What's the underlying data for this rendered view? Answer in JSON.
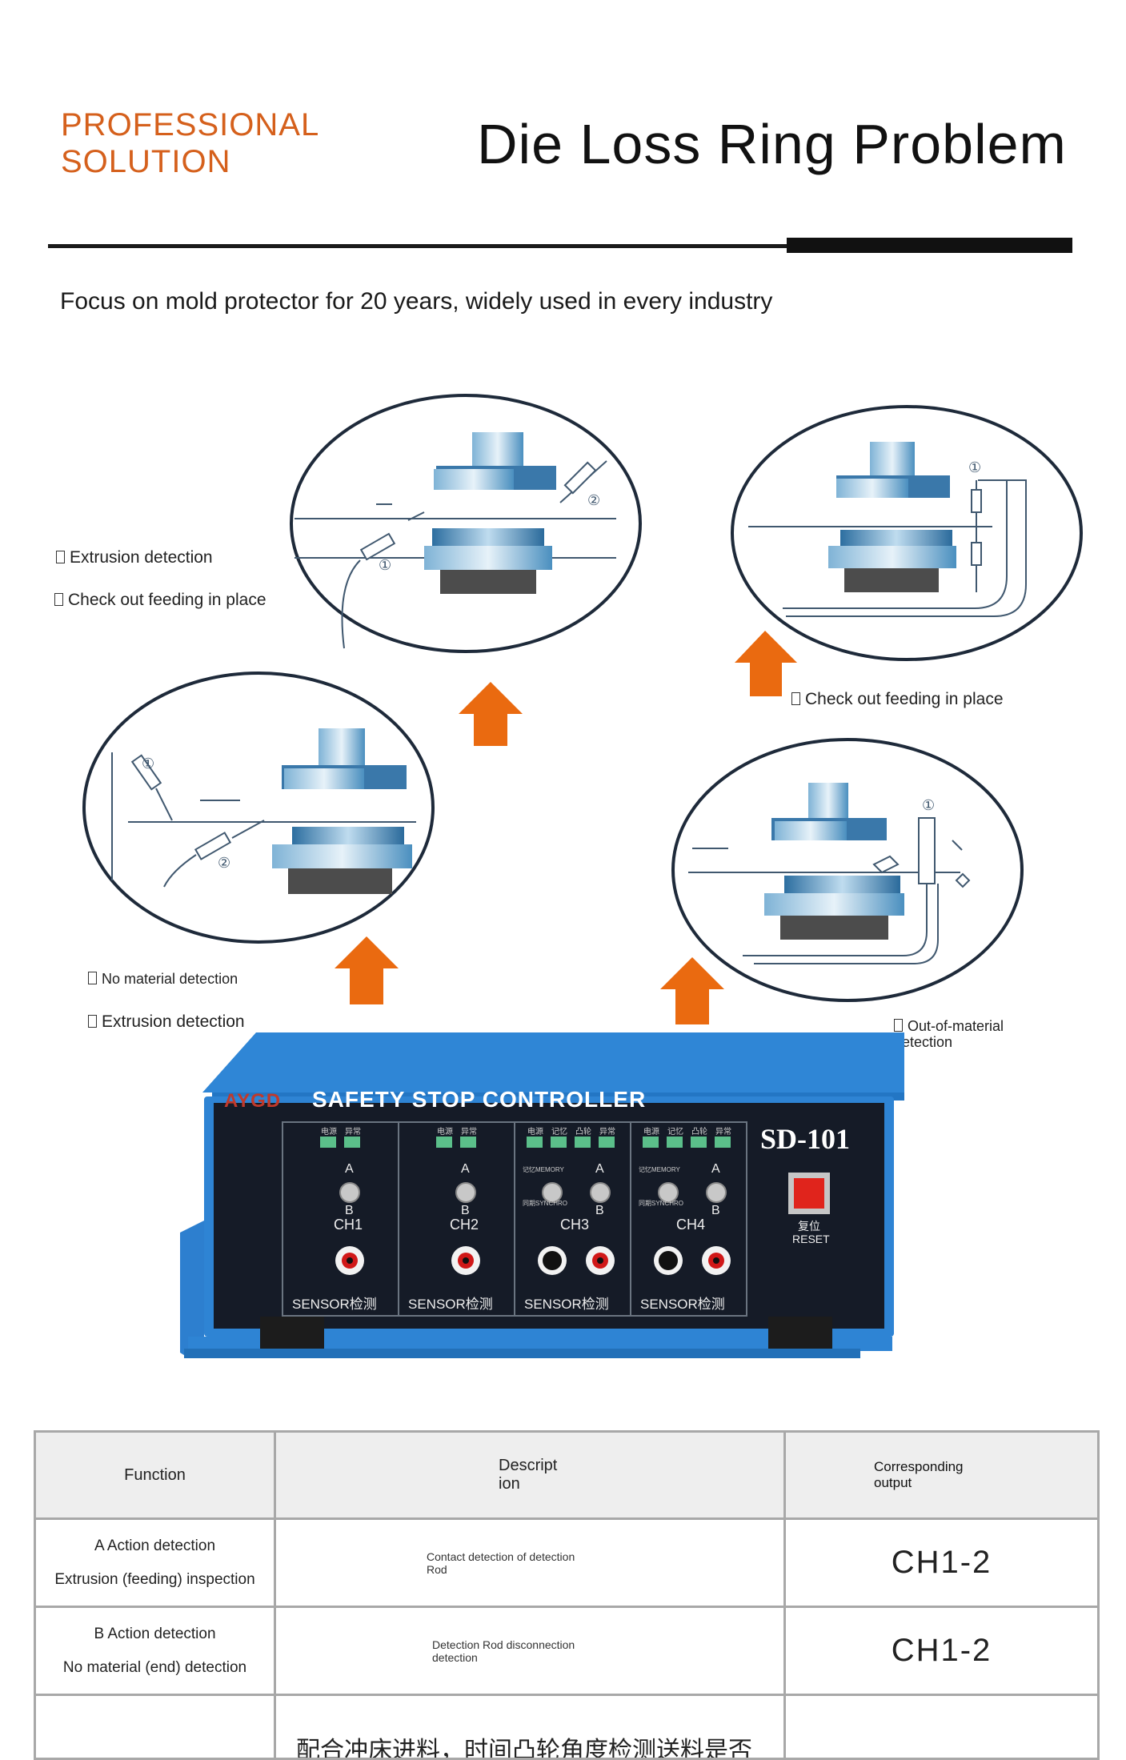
{
  "header": {
    "brand_line1": "PROFESSIONAL",
    "brand_line2": "SOLUTION",
    "title": "Die Loss Ring Problem",
    "tagline": "Focus on mold protector for 20 years, widely used in every industry"
  },
  "diagram_labels": {
    "top_left_1": "Extrusion detection",
    "top_left_2": "Check out feeding in place",
    "right_mid": "Check out feeding in place",
    "bottom_left_1": "No material detection",
    "bottom_left_2": "Extrusion detection",
    "bottom_right_1": "Out-of-material",
    "bottom_right_2": "detection"
  },
  "markers": {
    "one": "①",
    "two": "②"
  },
  "device": {
    "brand": "AYGD",
    "panel_title": "SAFETY STOP CONTROLLER",
    "model": "SD-101",
    "channels": [
      "CH1",
      "CH2",
      "CH3",
      "CH4"
    ],
    "sensor_label": "SENSOR检测",
    "switch_a": "A",
    "switch_b": "B",
    "led_power": "电源",
    "led_fault": "异常",
    "led_memory": "记忆",
    "led_cam": "凸轮",
    "memory_label": "记忆MEMORY",
    "sync_label": "同期SYNCHRO",
    "reset_cn": "复位",
    "reset_en": "RESET",
    "colors": {
      "case": "#2f86d6",
      "panel": "#151b27",
      "reset": "#e0241c",
      "arrow": "#ea6a10"
    }
  },
  "table": {
    "headers": {
      "function": "Function",
      "description_line1": "Descript",
      "description_line2": "ion",
      "output_line1": "Corresponding",
      "output_line2": "output"
    },
    "rows": [
      {
        "function_a": "A Action detection",
        "function_b": "Extrusion (feeding) inspection",
        "desc_line1": "Contact detection of detection",
        "desc_line2": "Rod",
        "output": "CH1-2"
      },
      {
        "function_a": "B Action detection",
        "function_b": "No material (end) detection",
        "desc_line1": "Detection Rod disconnection",
        "desc_line2": "detection",
        "output": "CH1-2"
      }
    ],
    "partial_row_text": "配合冲床进料，时间凸轮角度检测送料是否"
  }
}
